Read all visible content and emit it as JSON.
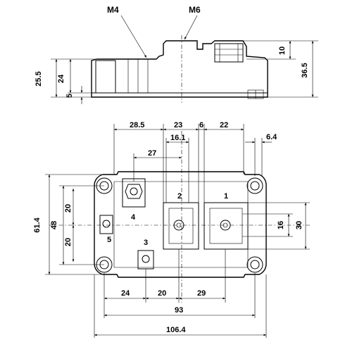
{
  "side_view": {
    "thread_labels": [
      "M4",
      "M6"
    ],
    "dims": {
      "total_height": "36.5",
      "body_height": "25.5",
      "base_to_top": "24",
      "terminal_height": "10",
      "base_thickness": "5"
    }
  },
  "top_view": {
    "dims_top": {
      "d_28_5": "28.5",
      "d_23": "23",
      "d_6": "6",
      "d_22": "22",
      "d_16_1": "16.1",
      "d_6_4": "6.4",
      "d_27": "27"
    },
    "dims_left": {
      "d_61_4": "61.4",
      "d_48": "48",
      "d_20_top": "20",
      "d_20_bottom": "20"
    },
    "dims_right": {
      "d_16": "16",
      "d_30": "30"
    },
    "dims_bottom": {
      "d_24": "24",
      "d_20": "20",
      "d_29": "29",
      "d_93": "93",
      "d_106_4": "106.4"
    },
    "pins": {
      "p1": "1",
      "p2": "2",
      "p3": "3",
      "p4": "4",
      "p5": "5"
    }
  }
}
